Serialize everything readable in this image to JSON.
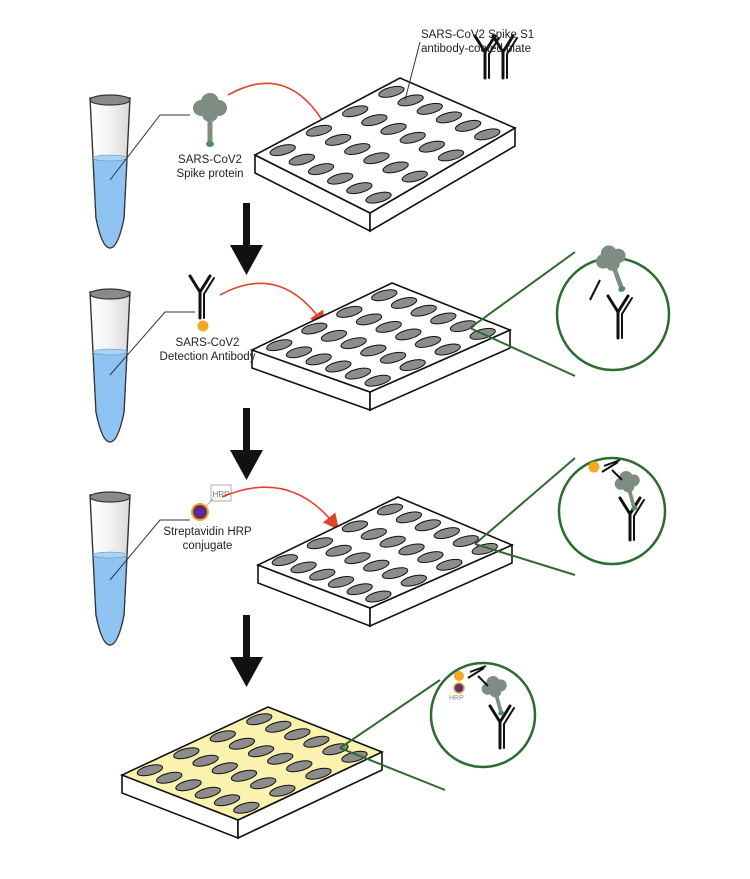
{
  "plate_label": {
    "line1": "SARS-CoV2 Spike S1",
    "line2": "antibody-coated plate"
  },
  "steps": [
    {
      "reagent_line1": "SARS-CoV2",
      "reagent_line2": "Spike protein",
      "reagent_icon": "spike-protein-icon"
    },
    {
      "reagent_line1": "SARS-CoV2",
      "reagent_line2": "Detection Antibody",
      "reagent_icon": "detection-antibody-icon"
    },
    {
      "reagent_line1": "Streptavidin HRP",
      "reagent_line2": "conjugate",
      "reagent_icon": "streptavidin-hrp-icon"
    },
    {
      "reagent_line1": "",
      "reagent_line2": "",
      "reagent_icon": ""
    }
  ],
  "hrp_tag": "HRP",
  "colors": {
    "tube_liquid": "#8ec3f2",
    "spike_protein": "#7d8d84",
    "biotin": "#f5a623",
    "streptavidin": "#5b2d82",
    "arrow_red": "#e0452a",
    "zoom_green": "#2e6b2e",
    "plate_yellow": "#fbf2b0",
    "well_gray": "#8c8c8c"
  }
}
